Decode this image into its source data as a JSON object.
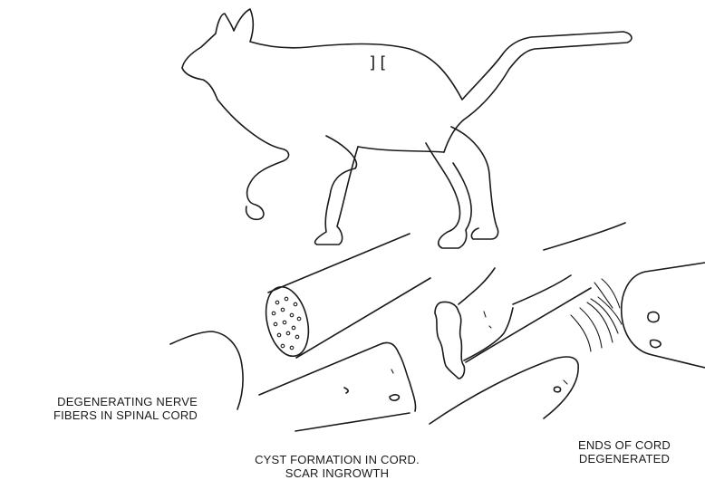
{
  "figure": {
    "lesion_marker": "][",
    "labels": {
      "degenerating_fibers": {
        "line1": "DEGENERATING NERVE",
        "line2": "FIBERS IN SPINAL CORD"
      },
      "cyst_formation": {
        "line1": "CYST FORMATION IN CORD.",
        "line2": "SCAR INGROWTH"
      },
      "ends_degenerated": {
        "line1": "ENDS OF CORD",
        "line2": "DEGENERATED"
      }
    }
  },
  "colors": {
    "ink": "#1a1a1a",
    "background": "#ffffff"
  }
}
